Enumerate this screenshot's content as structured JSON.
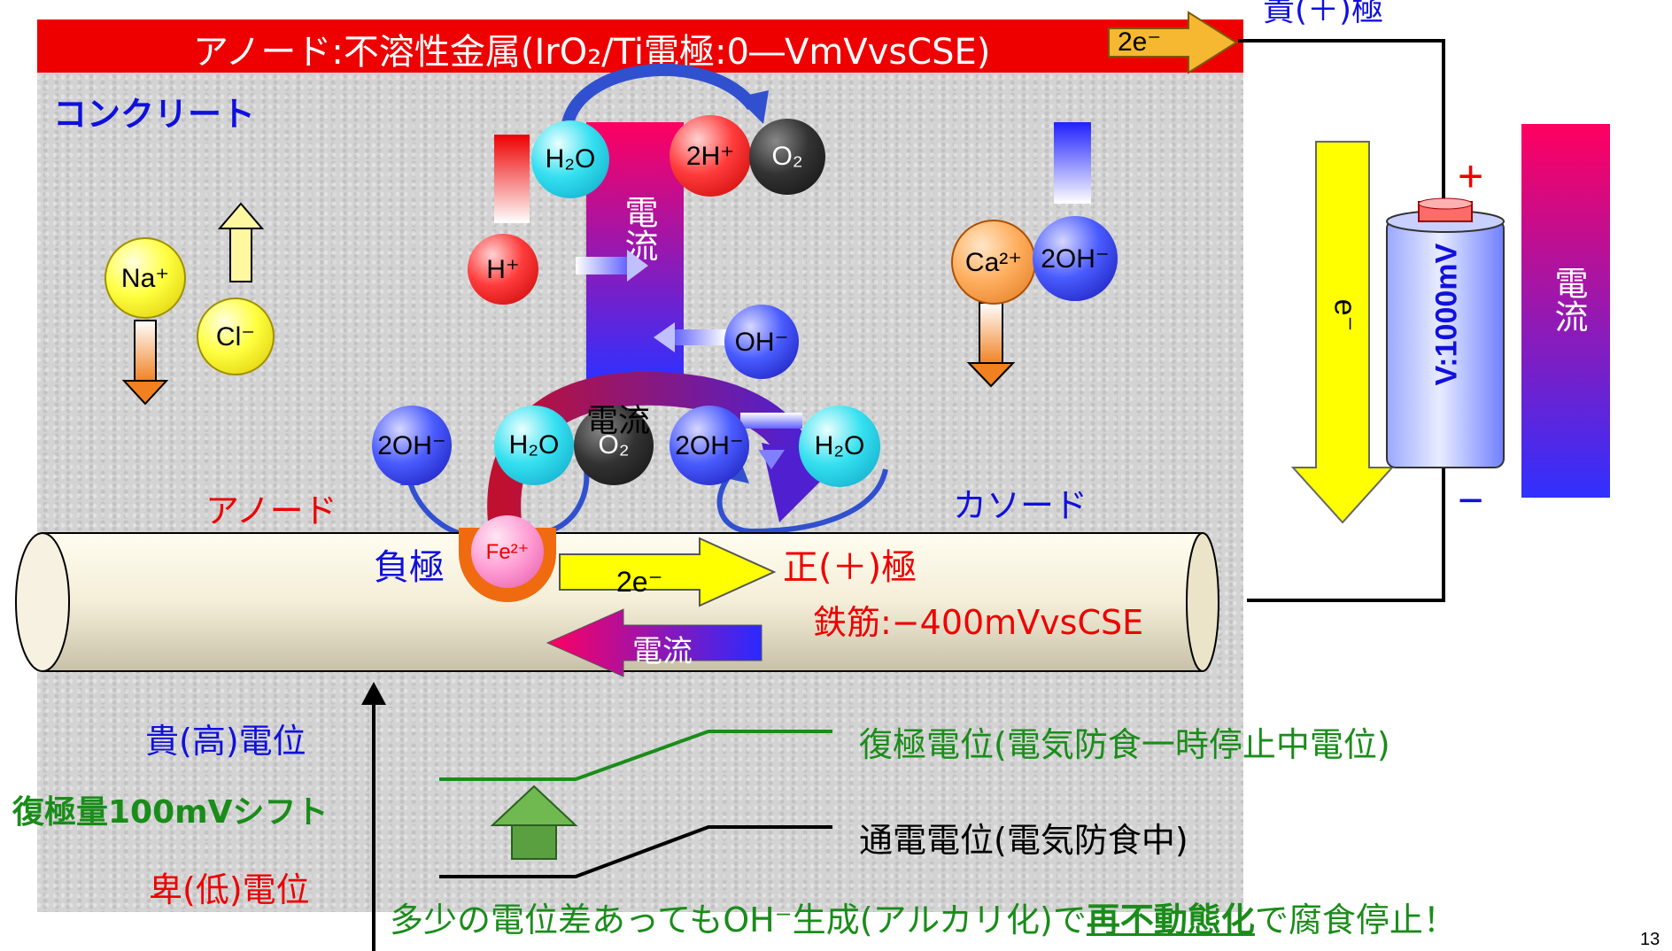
{
  "anode_title": "アノード:不溶性金属(IrO₂/Ti電極:0―VmVvsCSE)",
  "electron_label": "2e⁻",
  "noble_pole": "貴(＋)極",
  "concrete_label": "コンクリート",
  "ions": {
    "h2o": "H₂O",
    "two_h_plus": "2H⁺",
    "o2": "O₂",
    "h_plus": "H⁺",
    "oh_minus": "OH⁻",
    "two_oh_minus": "2OH⁻",
    "na_plus": "Na⁺",
    "cl_minus": "Cl⁻",
    "ca2_plus": "Ca²⁺",
    "fe2_plus": "Fe²⁺"
  },
  "current_label": "電流",
  "current_vertical": "電流",
  "anode_label": "アノード",
  "cathode_label": "カソード",
  "negative_pole": "負極",
  "positive_pole": "正(＋)極",
  "rebar_potential": "鉄筋:−400mVvsCSE",
  "rebar_electron": "2e⁻",
  "rebar_current": "電流",
  "electron_flow": "e⁻",
  "battery_voltage": "V:1000mV",
  "plus_sign": "+",
  "minus_sign": "−",
  "potential_high": "貴(高)電位",
  "shift_label": "復極量100mVシフト",
  "potential_low": "卑(低)電位",
  "depolarized_potential": "復極電位(電気防食一時停止中電位)",
  "energized_potential": "通電電位(電気防食中)",
  "conclusion": {
    "prefix": "多少の電位差あってもOH⁻生成(アルカリ化)で",
    "emphasis": "再不動態化",
    "suffix": "で腐食停止！"
  },
  "page_number": "13",
  "colors": {
    "anode_red": "#ee0000",
    "blue_text": "#1010dd",
    "green_text": "#1a8c1a",
    "electron_yellow": "#ffff00",
    "current_gradient": [
      "#ff0060",
      "#2a2aff"
    ]
  }
}
